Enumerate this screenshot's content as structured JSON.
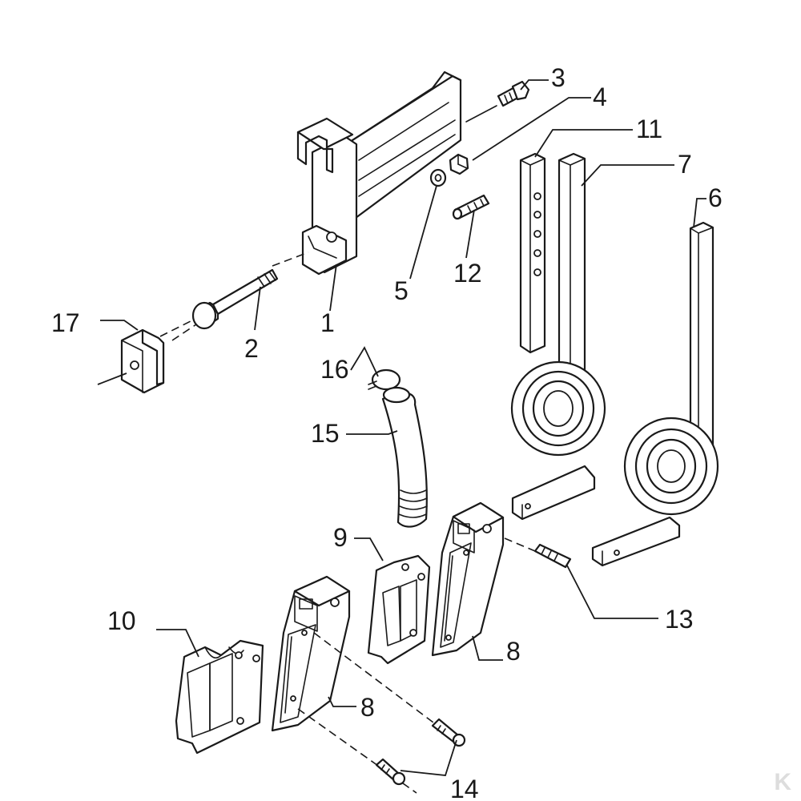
{
  "diagram": {
    "parts": [
      {
        "number": "1"
      },
      {
        "number": "2"
      },
      {
        "number": "3"
      },
      {
        "number": "4"
      },
      {
        "number": "5"
      },
      {
        "number": "6"
      },
      {
        "number": "7"
      },
      {
        "number": "8"
      },
      {
        "number": "8"
      },
      {
        "number": "9"
      },
      {
        "number": "10"
      },
      {
        "number": "11"
      },
      {
        "number": "12"
      },
      {
        "number": "13"
      },
      {
        "number": "14"
      },
      {
        "number": "15"
      },
      {
        "number": "16"
      },
      {
        "number": "17"
      }
    ]
  },
  "colors": {
    "line": "#1a1a1a",
    "background": "#ffffff"
  },
  "icons": {
    "watermark": "brand-logo-icon"
  }
}
